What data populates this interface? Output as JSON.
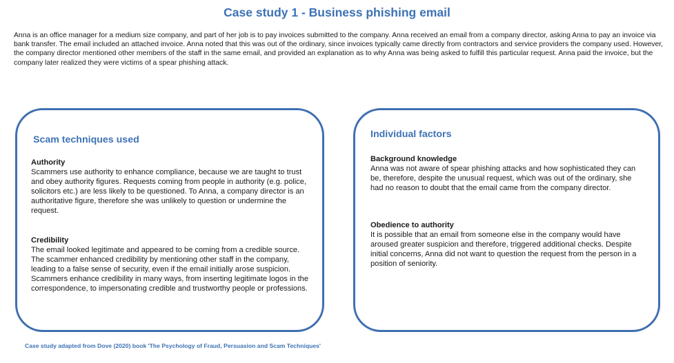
{
  "title": "Case study 1 - Business phishing email",
  "intro": "Anna is an office manager for a medium size company, and part of her job is to pay invoices submitted to the company. Anna received an email from a company director, asking Anna to pay an invoice via bank transfer. The email included an attached invoice.  Anna noted that this was out of the ordinary, since invoices typically came directly from contractors and service providers the company used. However, the company director mentioned other members of the staff in the same email, and provided an explanation as to why Anna was being asked to fulfill this particular request. Anna paid the invoice, but the company later realized they were victims of a spear phishing attack.",
  "scam_techniques": {
    "heading": "Scam techniques used",
    "sections": [
      {
        "title": "Authority",
        "body": "Scammers use authority to enhance compliance, because we are taught to trust and obey authority figures. Requests coming from people in authority (e.g. police, solicitors etc.) are less likely to be questioned. To Anna, a company director is an authoritative figure, therefore she was unlikely to question or undermine the request."
      },
      {
        "title": "Credibility",
        "body": "The email looked legitimate and appeared to be coming from a credible source.  The scammer enhanced credibility by mentioning other staff in the company, leading to a false sense of security, even if the email initially arose suspicion.",
        "body2": "Scammers enhance credibility in many ways, from inserting legitimate logos in the correspondence, to impersonating credible and trustworthy people or professions."
      }
    ]
  },
  "individual_factors": {
    "heading": "Individual factors",
    "sections": [
      {
        "title": "Background knowledge",
        "body": "Anna was not aware of spear phishing attacks and how sophisticated they can be, therefore, despite the unusual request, which was out of the ordinary, she had no reason to doubt that the email came from the company director."
      },
      {
        "title": "Obedience to authority",
        "body": "It is possible that an email from someone else in the company would have aroused greater suspicion and therefore, triggered additional checks. Despite initial concerns, Anna did not want to question the request from the person in a position of seniority."
      }
    ]
  },
  "footer": "Case study adapted from Dove (2020) book 'The Psychology of Fraud, Persuasion and Scam Techniques'",
  "colors": {
    "accent": "#3d72b6",
    "border": "#3f6fb0",
    "text": "#1a1a1a"
  }
}
